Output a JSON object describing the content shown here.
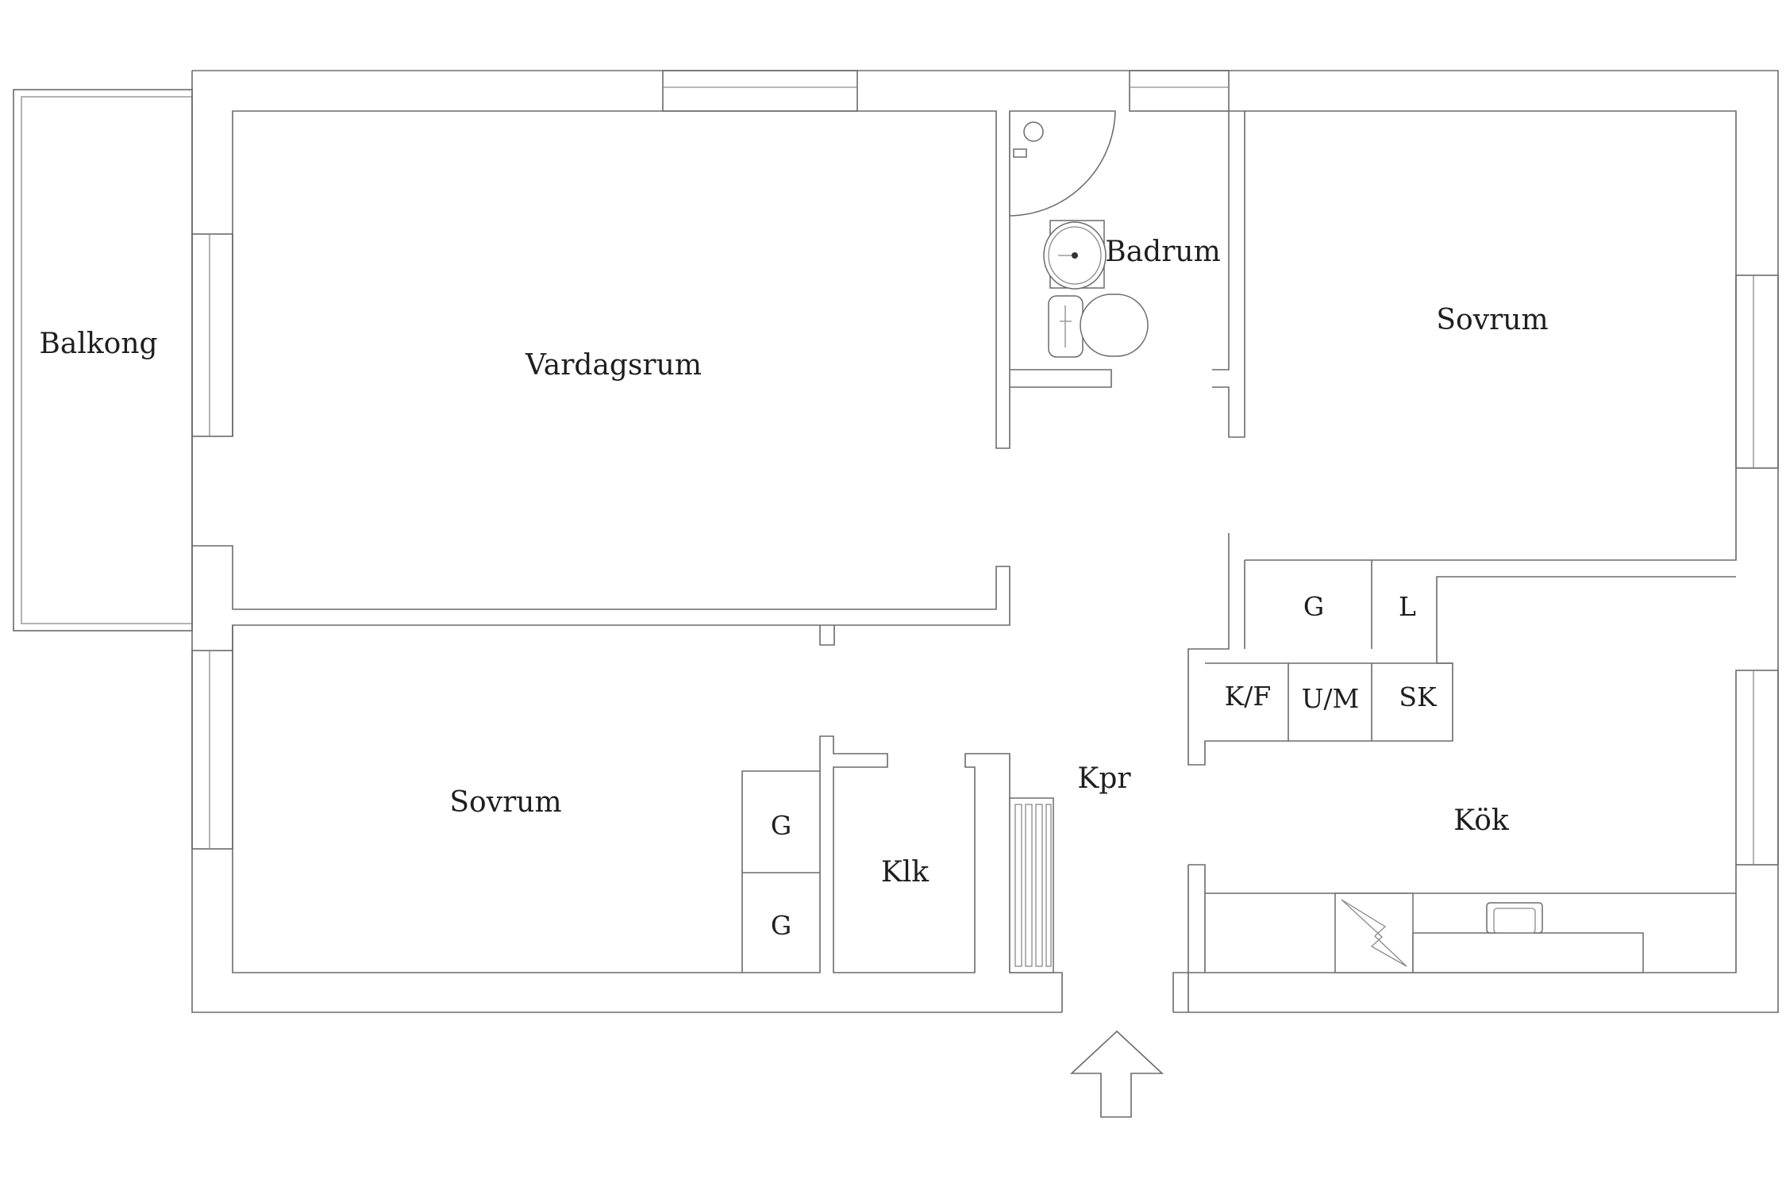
{
  "rooms": {
    "balkong": "Balkong",
    "vardagsrum": "Vardagsrum",
    "badrum": "Badrum",
    "sovrum_upper": "Sovrum",
    "sovrum_lower": "Sovrum",
    "kpr": "Kpr",
    "klk": "Klk",
    "kok": "Kök"
  },
  "storage": {
    "bedroom_closet_upper": "G",
    "bedroom_closet_lower": "G",
    "kitchen_closet_g": "G",
    "kitchen_closet_l": "L",
    "fridge_freezer": "K/F",
    "oven_microwave": "U/M",
    "cabinet_sk": "SK"
  },
  "symbols": {
    "entrance": "entrance-arrow-icon"
  }
}
